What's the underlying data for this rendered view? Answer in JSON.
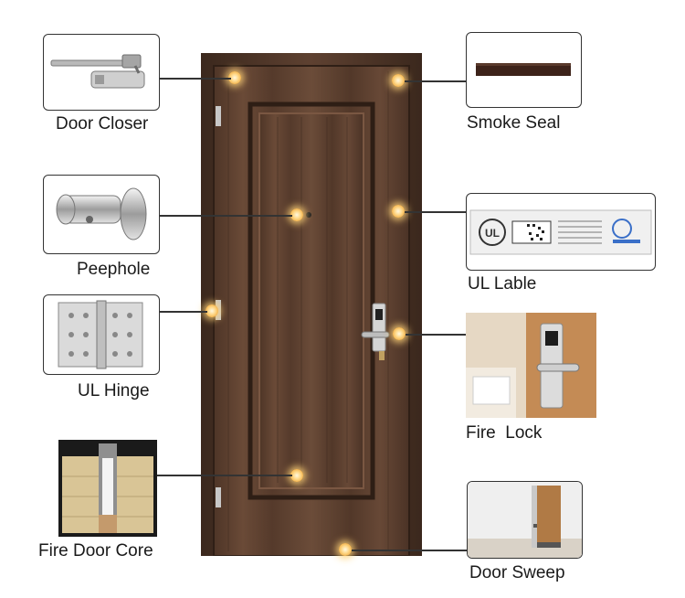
{
  "labels": {
    "door_closer": "Door Closer",
    "smoke_seal": "Smoke Seal",
    "peephole": "Peephole",
    "ul_lable": "UL Lable",
    "ul_hinge": "UL Hinge",
    "fire_lock": "Fire  Lock",
    "fire_door_core": "Fire Door Core",
    "door_sweep": "Door Sweep"
  },
  "colors": {
    "door_wood": "#5a3f2e",
    "door_wood_dark": "#3f2a1f",
    "leader_line": "#333333",
    "dot_glow": "#ffd98a"
  },
  "icons": {
    "door_closer": "door-closer-icon",
    "smoke_seal": "smoke-seal-strip-icon",
    "peephole": "peephole-icon",
    "ul_label": "ul-label-plate-icon",
    "ul_hinge": "hinge-icon",
    "fire_lock": "electronic-lock-icon",
    "fire_door_core": "door-core-icon",
    "door_sweep": "door-sweep-icon"
  }
}
